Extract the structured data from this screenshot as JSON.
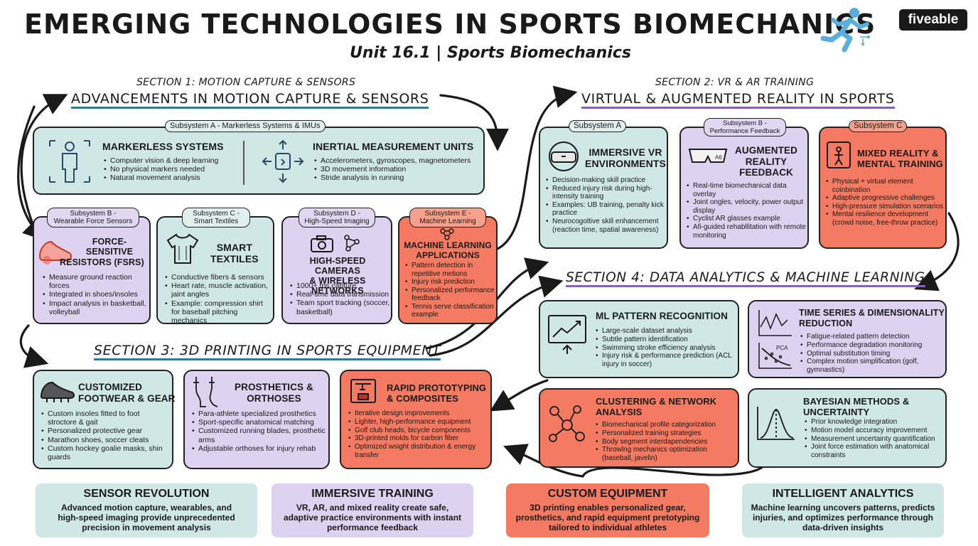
{
  "header": {
    "title": "EMERGING TECHNOLOGIES IN SPORTS BIOMECHANICS",
    "subtitle": "Unit 16.1 | Sports Biomechanics",
    "logo": "fiveable"
  },
  "sec1": {
    "small": "SECTION 1: MOTION CAPTURE & SENSORS",
    "big": "ADVANCEMENTS IN MOTION CAPTURE & SENSORS",
    "subA": {
      "tag": "Subsystem A - Markerless Systems & IMUs",
      "markerless": {
        "title": "MARKERLESS SYSTEMS",
        "items": [
          "Computer vision & deep learning",
          "No physical markers needed",
          "Natural movement analysis"
        ]
      },
      "imu": {
        "title": "INERTIAL MEASUREMENT UNITS",
        "items": [
          "Accelerometers, gyroscopes, magnetometers",
          "3D movement information",
          "Stride analysis in running"
        ]
      }
    },
    "subB": {
      "tag1": "Subsystem B -",
      "tag2": "Wearable Force Sensors",
      "title1": "FORCE-",
      "title2": "SENSITIVE",
      "title3": "RESISTORS (FSRs)",
      "items": [
        "Measure ground reaction forces",
        "Integrated in shoes/insoles",
        "Impact analysis in basketball, volleyball"
      ]
    },
    "subC": {
      "tag1": "Subsystem C -",
      "tag2": "Smart Textiles",
      "title1": "SMART",
      "title2": "TEXTILES",
      "items": [
        "Conductive fibers & sensors",
        "Heart rate, muscle activation, jaint angles",
        "Example: compression shirt for baseball pitching mechanics"
      ]
    },
    "subD": {
      "tag1": "Subsystem D -",
      "tag2": "High-Speed Imaging",
      "title1": "HIGH-SPEED CAMERAS",
      "title2": "& WIRELESS NETWORKS",
      "items": [
        "1000+ fps capture",
        "Real-time data transmission",
        "Team sport tracking (soccer, basketball)"
      ]
    },
    "subE": {
      "tag1": "Subsystem E -",
      "tag2": "Machine Learning",
      "title1": "MACHINE LEARNING",
      "title2": "APPLICATIONS",
      "items": [
        "Pattern detection in repetitive metions",
        "Injury risk prediction",
        "Personalized performance feedback",
        "Tennis serve classification example"
      ]
    }
  },
  "sec2": {
    "small": "SECTION 2: VR & AR TRAINING",
    "big": "VIRTUAL & AUGMENTED REALITY IN SPORTS",
    "subA": {
      "tag": "Subsystem A",
      "title1": "IMMERSIVE VR",
      "title2": "ENVIRONMENTS",
      "items": [
        "Decision-making skill practice",
        "Reduced injury risk during high-intensity training",
        "Examples: UB training, penalty kick practice",
        "Neurocogoltive skill enhancement (reaction time, spatial awareness)"
      ]
    },
    "subB": {
      "tag1": "Subsystem B -",
      "tag2": "Performance Feedback",
      "title1": "AUGMENTED",
      "title2": "REALITY",
      "title3": "FEEDBACK",
      "items": [
        "Real-time biomechanical data overlay",
        "Joint ongles, velocity, power output display",
        "Cyclist AR glasses example",
        "Afi-guided rehabllitation with remote monitoring"
      ]
    },
    "subC": {
      "tag": "Subsystem C",
      "title1": "MIXED REALITY &",
      "title2": "MENTAL TRAINING",
      "items": [
        "Physical + virtual element coinbination",
        "Adaptive progressive challenges",
        "High-pressure simulation scenarios",
        "Mental resilience development (crowd noise, free-throw practice)"
      ]
    }
  },
  "sec3": {
    "big": "SECTION 3: 3D PRINTING IN SPORTS EQUIPMENT",
    "footwear": {
      "title1": "CUSTOMIZED",
      "title2": "FOOTWEAR & GEAR",
      "items": [
        "Custom insoles fitted to foot stroctore & gait",
        "Personalized protective gear",
        "Marathon shoes, soccer cleats",
        "Custom hockey goalie masks, shin guards"
      ]
    },
    "prosthetics": {
      "title1": "PROSTHETICS &",
      "title2": "ORTHOSES",
      "items": [
        "Para-athlete specialized prosthetics",
        "Sport-specific anatomical matching",
        "Customized running blades, prosthetic arms",
        "Adjustable orthoses for injury rehab"
      ]
    },
    "rapid": {
      "title1": "RAPID PROTOTYPING",
      "title2": "& COMPOSITES",
      "items": [
        "Iterative design improvements",
        "Lighter, high-performance equipment",
        "Golf club heads, bicycle components",
        "3D-printed molds for carbon fiber",
        "Optimized wsight distribution & energy transfer"
      ]
    }
  },
  "sec4": {
    "big": "SECTION 4: DATA ANALYTICS & MACHINE LEARNING",
    "ml": {
      "title": "ML PATTERN RECOGNITION",
      "items": [
        "Large-scale dataset analysis",
        "Subtle pattern identification",
        "Swimming stroke efficiency analysis",
        "Injury risk & performance prediction (ACL injury in soccer)"
      ]
    },
    "ts": {
      "title1": "TIME SERIES & DIMENSIONALITY",
      "title2": "REDUCTION",
      "items": [
        "Fatigue-related pattern detection",
        "Performance degradation monitoring",
        "Optimal substitution timing",
        "Complex motion simplification (golf, gymnastics)"
      ]
    },
    "cluster": {
      "title1": "CLUSTERING & NETWORK",
      "title2": "ANALYSIS",
      "items": [
        "Biomechanical profile categorization",
        "Personalized training strategies",
        "Body segment interdapendencies",
        "Throwlng mechanics optimization (baseball, javelin)"
      ]
    },
    "bayes": {
      "title1": "BAYESIAN METHODS &",
      "title2": "UNCERTAINTY",
      "items": [
        "Prior knowledge integration",
        "Motion model accuracy improvement",
        "Measurement uncertainty quantification",
        "Joint force estimation with anatomical constraints"
      ]
    }
  },
  "summary": [
    {
      "title": "SENSOR REVOLUTION",
      "l1": "Advanced motion capture, wearables, and",
      "l2": "high-speed imaging provide unprecedented",
      "l3": "precision in movement analysis"
    },
    {
      "title": "IMMERSIVE TRAINING",
      "l1": "VR, AR, and mixed reality create safe,",
      "l2": "adaptive practice environments with instant",
      "l3": "performance feedback"
    },
    {
      "title": "CUSTOM EQUIPMENT",
      "l1": "3D printing enables personalized gear,",
      "l2": "prosthetics, and rapid equipment pretotyping",
      "l3": "tailored to individual athletes"
    },
    {
      "title": "INTELLIGENT ANALYTICS",
      "l1": "Machine learning uncovers patterns, predicts",
      "l2": "injuries, and optimizes performance through",
      "l3": "data-driven insights"
    }
  ],
  "icons": {
    "pca": "PCA",
    "ar_label": "A6"
  },
  "colors": {
    "teal": "#cfe8e6",
    "purple": "#ddd3f1",
    "coral": "#f47a61",
    "underline_blue": "#2e7a9a",
    "underline_purple": "#8a5cc9"
  }
}
